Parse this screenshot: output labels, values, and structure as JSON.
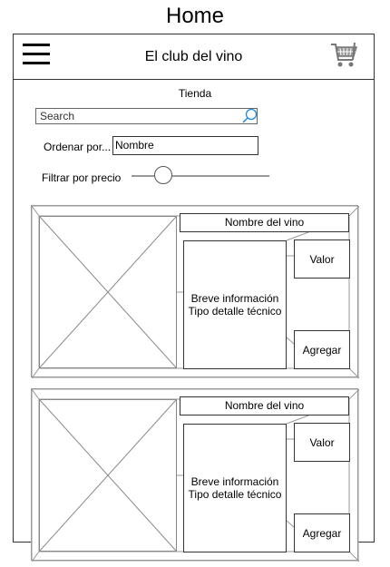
{
  "page_heading": "Home",
  "header": {
    "menu_icon": "hamburger-icon",
    "title": "El club del vino",
    "cart_icon": "shopping-cart-icon"
  },
  "store": {
    "section_title": "Tienda",
    "search": {
      "placeholder": "Search",
      "icon": "search-icon"
    },
    "sort": {
      "label": "Ordenar por...",
      "selected": "Nombre"
    },
    "price_filter": {
      "label": "Filtrar por precio"
    }
  },
  "products": [
    {
      "name": "Nombre del vino",
      "info_line1": "Breve información",
      "info_line2": "Tipo detalle técnico",
      "value_label": "Valor",
      "add_label": "Agregar"
    },
    {
      "name": "Nombre del vino",
      "info_line1": "Breve información",
      "info_line2": "Tipo detalle técnico",
      "value_label": "Valor",
      "add_label": "Agregar"
    }
  ],
  "colors": {
    "accent": "#1e88e5",
    "border": "#333333",
    "placeholder_lines": "#888888"
  }
}
